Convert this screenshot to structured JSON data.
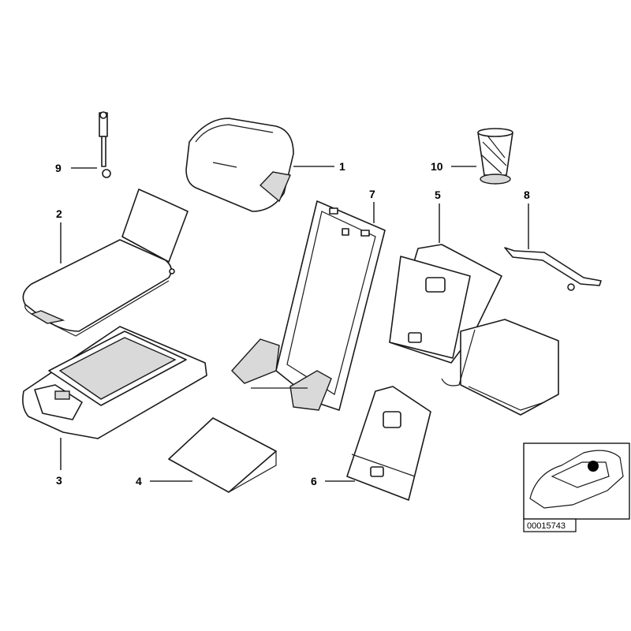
{
  "callouts": {
    "c1": "1",
    "c2": "2",
    "c3": "3",
    "c4": "4",
    "c5": "5",
    "c6": "6",
    "c7": "7",
    "c8": "8",
    "c9": "9",
    "c10": "10"
  },
  "diagram_number": "00015743",
  "colors": {
    "line": "#1a1a1a",
    "shade": "#d9d9d9",
    "background": "#ffffff"
  }
}
